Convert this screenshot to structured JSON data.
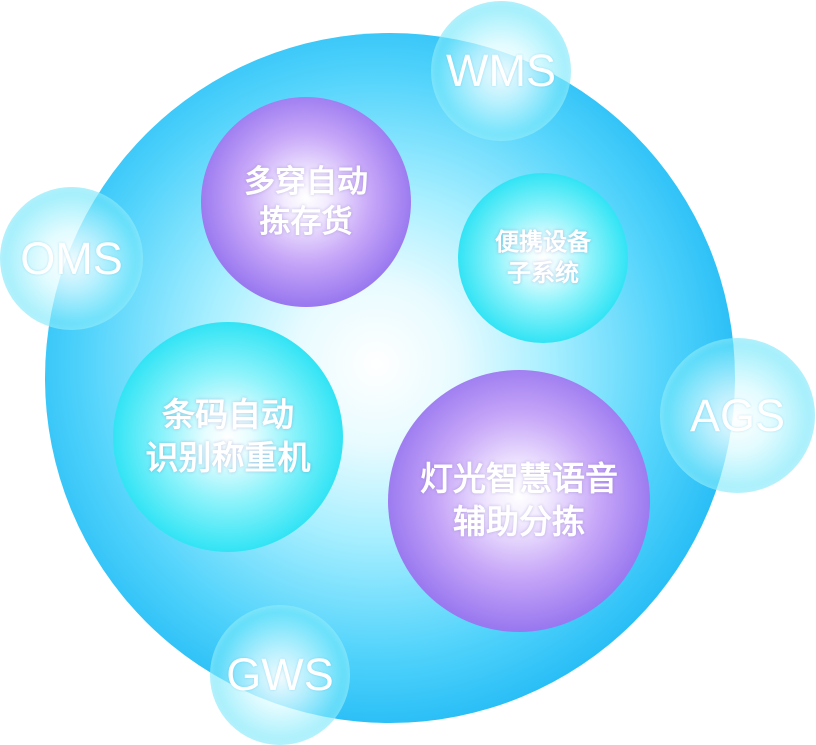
{
  "diagram": {
    "outer_systems": [
      {
        "id": "wms",
        "label": "WMS"
      },
      {
        "id": "oms",
        "label": "OMS"
      },
      {
        "id": "ags",
        "label": "AGS"
      },
      {
        "id": "gws",
        "label": "GWS"
      }
    ],
    "inner_modules": [
      {
        "id": "multi",
        "line1": "多穿自动",
        "line2": "拣存货",
        "style": "purple"
      },
      {
        "id": "portable",
        "line1": "便携设备",
        "line2": "子系统",
        "style": "cyan"
      },
      {
        "id": "barcode",
        "line1": "条码自动",
        "line2": "识别称重机",
        "style": "cyan"
      },
      {
        "id": "light",
        "line1": "灯光智慧语音",
        "line2": "辅助分拣",
        "style": "purple"
      }
    ],
    "colors": {
      "main_sphere": "#12b2f3",
      "purple_bubble": "#8f74f0",
      "cyan_bubble": "#2ee3f4",
      "text": "#ffffff"
    }
  }
}
